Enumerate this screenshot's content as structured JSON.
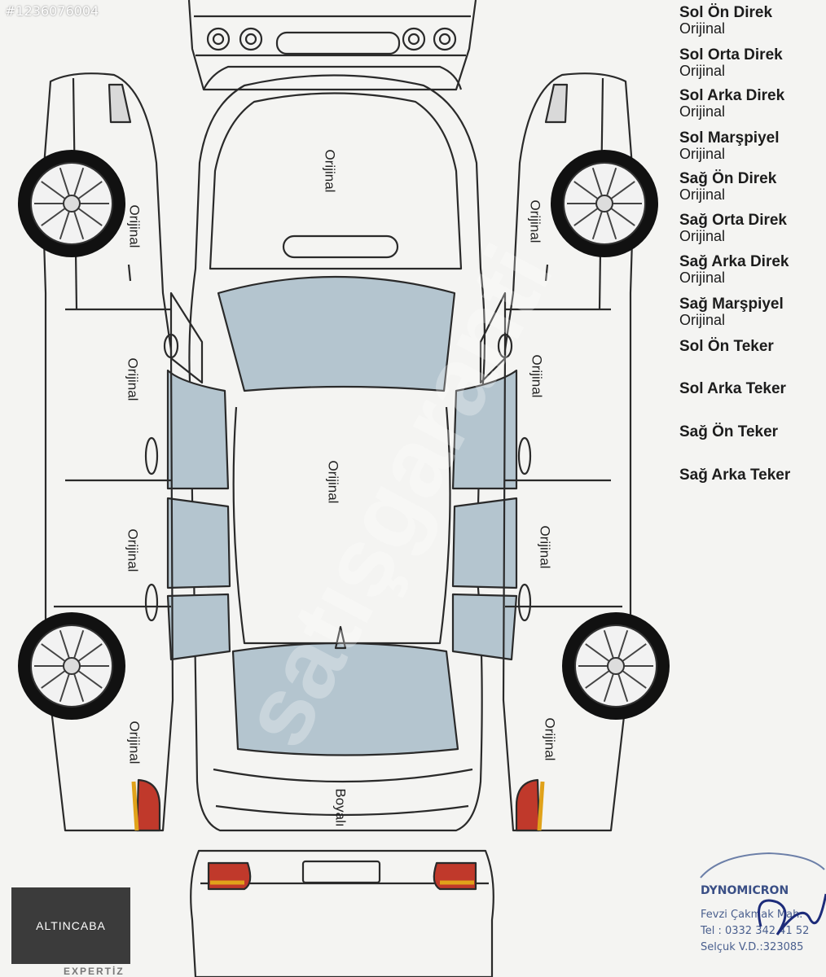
{
  "listing_id": "#1236076004",
  "panel_list": [
    {
      "name": "Sol Ön Direk",
      "value": "Orijinal"
    },
    {
      "name": "Sol Orta Direk",
      "value": "Orijinal"
    },
    {
      "name": "Sol Arka Direk",
      "value": "Orijinal"
    },
    {
      "name": "Sol Marşpiyel",
      "value": "Orijinal"
    },
    {
      "name": "Sağ Ön Direk",
      "value": "Orijinal"
    },
    {
      "name": "Sağ Orta Direk",
      "value": "Orijinal"
    },
    {
      "name": "Sağ Arka Direk",
      "value": "Orijinal"
    },
    {
      "name": "Sağ Marşpiyel",
      "value": "Orijinal"
    },
    {
      "name": "Sol Ön Teker",
      "value": ""
    },
    {
      "name": "Sol Arka Teker",
      "value": ""
    },
    {
      "name": "Sağ Ön Teker",
      "value": ""
    },
    {
      "name": "Sağ Arka Teker",
      "value": ""
    }
  ],
  "diagram_labels": {
    "hood": "Orijinal",
    "roof": "Orijinal",
    "trunk": "Boyalı",
    "left_front_fender": "Orijinal",
    "left_front_door": "Orijinal",
    "left_rear_door": "Orijinal",
    "left_rear_fender": "Orijinal",
    "right_front_fender": "Orijinal",
    "right_front_door": "Orijinal",
    "right_rear_door": "Orijinal",
    "right_rear_fender": "Orijinal"
  },
  "watermark": "satışgaranti",
  "logo": "ALTINCABA",
  "stamp": {
    "brand": "DYNOMICRON",
    "line1": "Fevzi Çakmak Mah.",
    "line2": "Tel : 0332 342 41 52",
    "line3": "Selçuk V.D.:323085"
  },
  "footer_partial": "EXPERTİZ",
  "colors": {
    "glass": "#b4c5cf",
    "lamp_red": "#c0392b",
    "lamp_amber": "#e0a21a",
    "line": "#2a2a2a",
    "paper": "#f4f4f2"
  }
}
